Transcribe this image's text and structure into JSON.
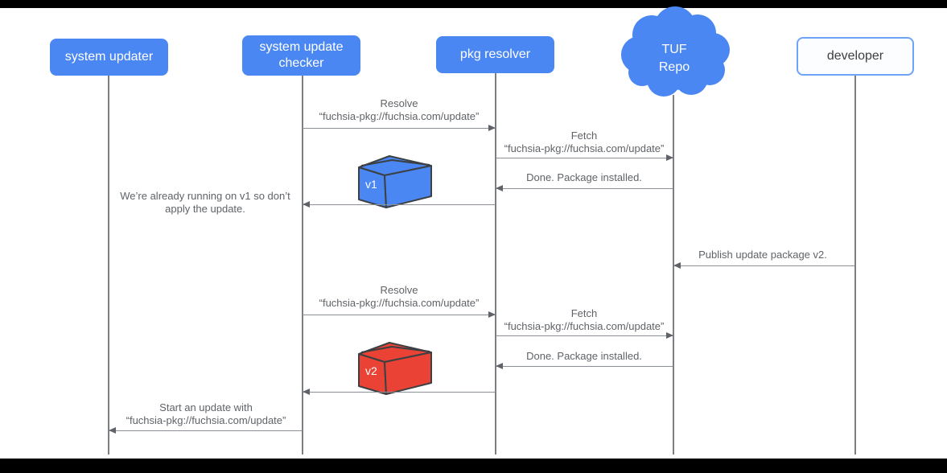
{
  "colors": {
    "actor_blue": "#4a87f2",
    "package_v1_blue": "#4a87f2",
    "package_v2_red": "#ea4335",
    "outline_gray": "#3c4043",
    "message_text_gray": "#5f6368",
    "line_gray": "#8a9095",
    "lifeline_gray": "#7b7f83",
    "developer_border_blue": "#6fa3f8",
    "letterbox_black": "#000000",
    "background": "#ffffff"
  },
  "actors": [
    {
      "id": "system-updater",
      "label": "system updater",
      "shape": "box"
    },
    {
      "id": "system-update-checker",
      "label": "system update checker",
      "shape": "box"
    },
    {
      "id": "pkg-resolver",
      "label": "pkg resolver",
      "shape": "box"
    },
    {
      "id": "tuf-repo",
      "label_line1": "TUF",
      "label_line2": "Repo",
      "shape": "cloud"
    },
    {
      "id": "developer",
      "label": "developer",
      "shape": "box-light"
    }
  ],
  "messages": [
    {
      "from": "system update checker",
      "to": "pkg resolver",
      "direction": "right",
      "line1": "Resolve",
      "line2": "“fuchsia-pkg://fuchsia.com/update”"
    },
    {
      "from": "pkg resolver",
      "to": "TUF Repo",
      "direction": "right",
      "line1": "Fetch",
      "line2": "“fuchsia-pkg://fuchsia.com/update”"
    },
    {
      "from": "TUF Repo",
      "to": "pkg resolver",
      "direction": "left",
      "line1": "Done. Package installed.",
      "line2": ""
    },
    {
      "from": "pkg resolver",
      "to": "system update checker",
      "direction": "left",
      "line1": "",
      "line2": ""
    },
    {
      "from": "developer",
      "to": "TUF Repo",
      "direction": "left",
      "line1": "Publish update package v2.",
      "line2": ""
    },
    {
      "from": "system update checker",
      "to": "pkg resolver",
      "direction": "right",
      "line1": "Resolve",
      "line2": "“fuchsia-pkg://fuchsia.com/update”"
    },
    {
      "from": "pkg resolver",
      "to": "TUF Repo",
      "direction": "right",
      "line1": "Fetch",
      "line2": "“fuchsia-pkg://fuchsia.com/update”"
    },
    {
      "from": "TUF Repo",
      "to": "pkg resolver",
      "direction": "left",
      "line1": "Done. Package installed.",
      "line2": ""
    },
    {
      "from": "pkg resolver",
      "to": "system update checker",
      "direction": "left",
      "line1": "",
      "line2": ""
    },
    {
      "from": "system update checker",
      "to": "system updater",
      "direction": "left",
      "line1": "Start an update with",
      "line2": "“fuchsia-pkg://fuchsia.com/update”"
    }
  ],
  "note": {
    "line1": "We’re already running on v1 so don’t",
    "line2": "apply the update."
  },
  "packages": [
    {
      "label": "v1",
      "color": "#4a87f2"
    },
    {
      "label": "v2",
      "color": "#ea4335"
    }
  ]
}
